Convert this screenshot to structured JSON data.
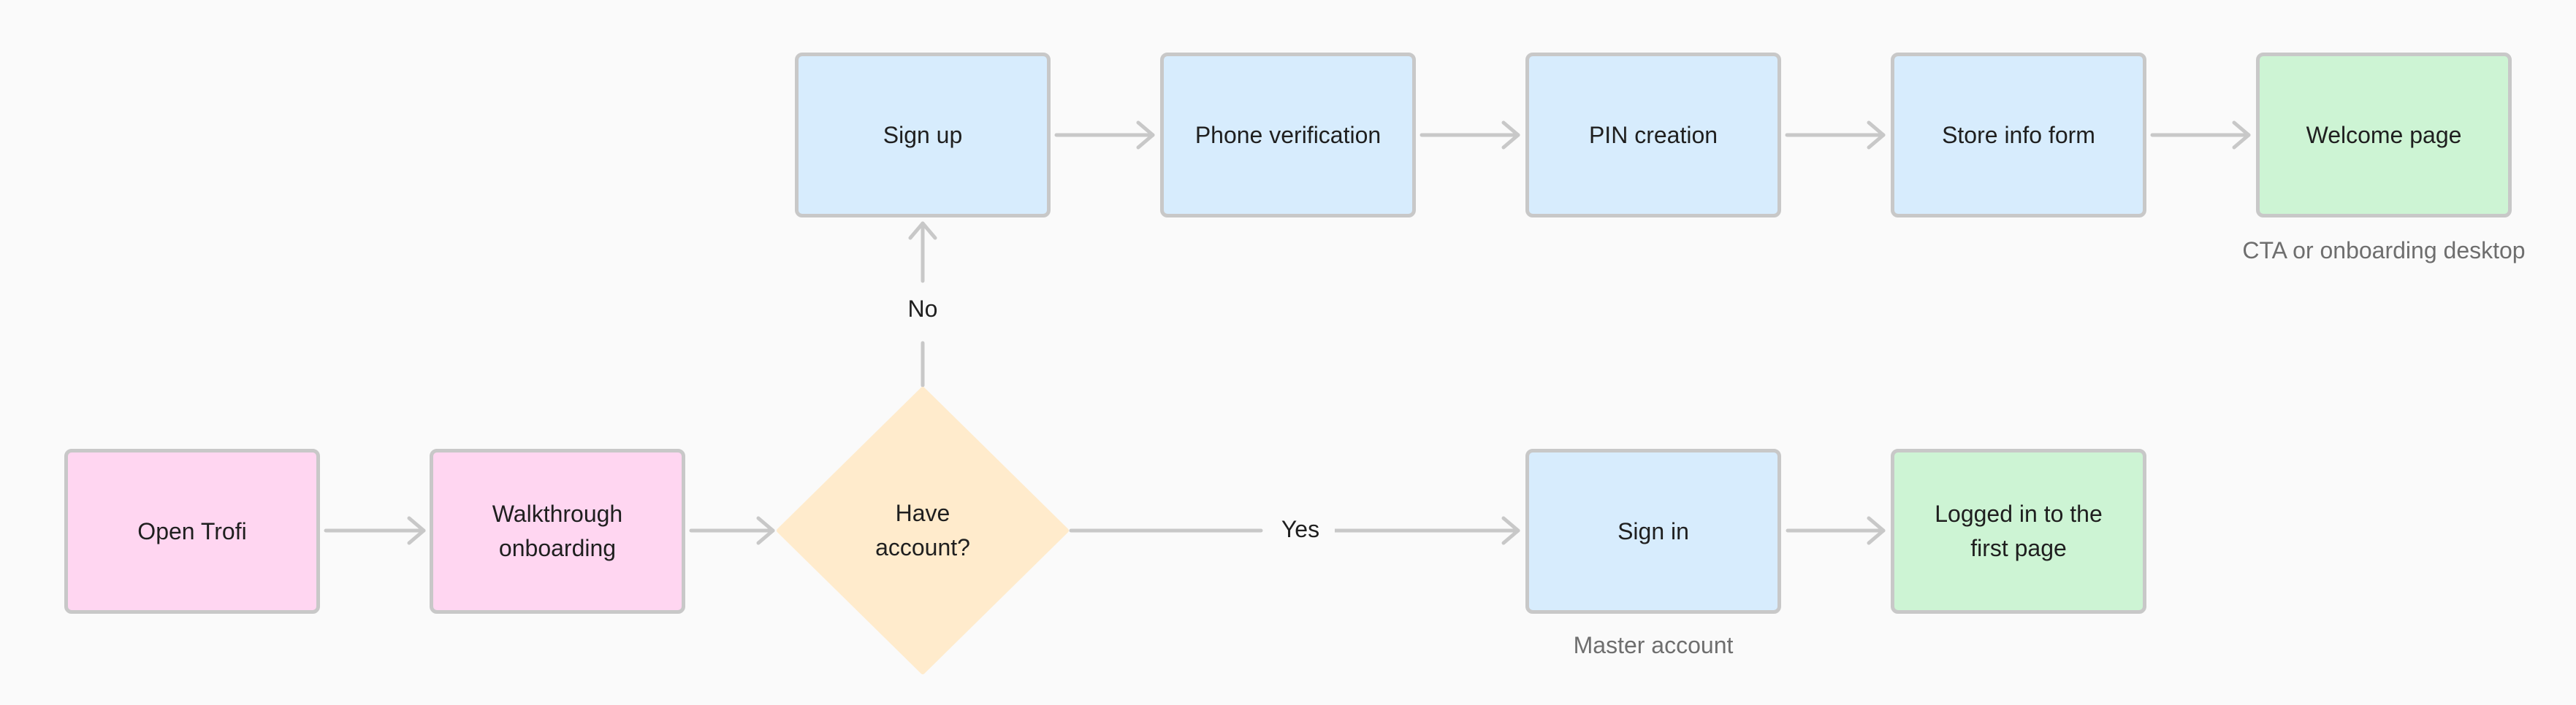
{
  "nodes": {
    "open_trofi": "Open Trofi",
    "walkthrough": "Walkthrough\nonboarding",
    "have_account": "Have\naccount?",
    "sign_up": "Sign up",
    "phone_verification": "Phone verification",
    "pin_creation": "PIN creation",
    "store_info_form": "Store info form",
    "welcome_page": "Welcome page",
    "sign_in": "Sign in",
    "logged_in": "Logged in to the\nfirst page"
  },
  "captions": {
    "welcome_page": "CTA or onboarding desktop",
    "sign_in": "Master account"
  },
  "edge_labels": {
    "no": "No",
    "yes": "Yes"
  },
  "colors": {
    "start": "#ffd6f1",
    "process": "#d7ecfd",
    "end": "#cdf4d4",
    "decision": "#ffebcc",
    "stroke": "#c8c8c8"
  }
}
